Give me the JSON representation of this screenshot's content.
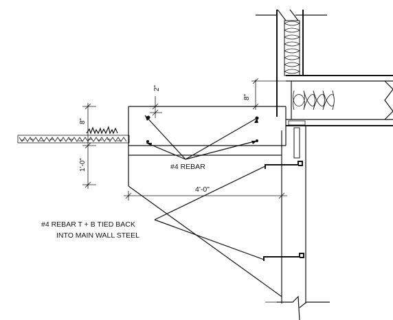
{
  "labels": {
    "rebar_center": "#4 REBAR",
    "rebar_tb_line1": "#4 REBAR T + B TIED BACK",
    "rebar_tb_line2": "INTO  MAIN WALL STEEL",
    "dim_2in": "2\"",
    "dim_8in_slab": "8\"",
    "dim_8in_side": "8\"",
    "dim_1ft": "1'-0\"",
    "dim_4ft": "4'-0\""
  }
}
